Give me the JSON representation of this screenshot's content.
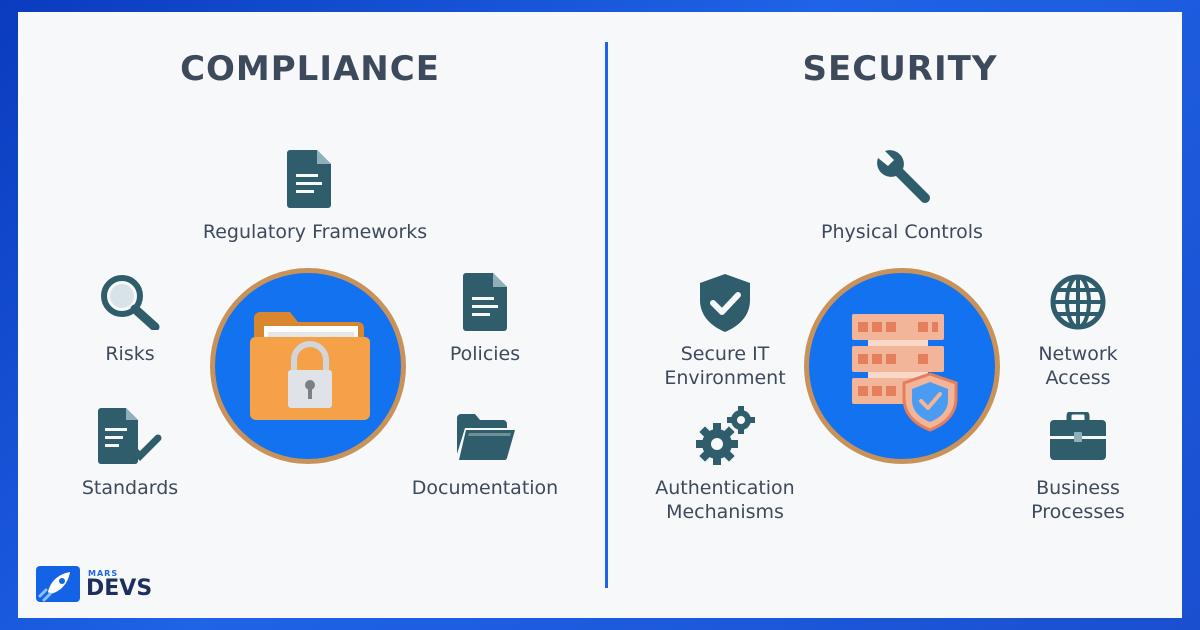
{
  "compliance": {
    "title": "COMPLIANCE",
    "items": {
      "regulatory": "Regulatory Frameworks",
      "risks": "Risks",
      "policies": "Policies",
      "standards": "Standards",
      "documentation": "Documentation"
    }
  },
  "security": {
    "title": "SECURITY",
    "items": {
      "physical": "Physical Controls",
      "secure_it_l1": "Secure IT",
      "secure_it_l2": "Environment",
      "network_l1": "Network",
      "network_l2": "Access",
      "auth_l1": "Authentication",
      "auth_l2": "Mechanisms",
      "business_l1": "Business",
      "business_l2": "Processes"
    }
  },
  "logo": {
    "small": "MARS",
    "big": "DEVS"
  },
  "colors": {
    "icon": "#2f5d6b",
    "text": "#3d4a5c",
    "accent_blue": "#1372f0",
    "ring": "#c99258",
    "folder": "#f4a147"
  },
  "icons": {
    "regulatory": "document-icon",
    "risks": "magnifier-icon",
    "policies": "document-icon",
    "standards": "checklist-icon",
    "documentation": "folder-icon",
    "physical": "wrench-icon",
    "secure_it": "shield-check-icon",
    "network": "globe-icon",
    "auth": "gears-icon",
    "business": "briefcase-icon",
    "compliance_hub": "locked-folder-icon",
    "security_hub": "server-shield-icon"
  }
}
